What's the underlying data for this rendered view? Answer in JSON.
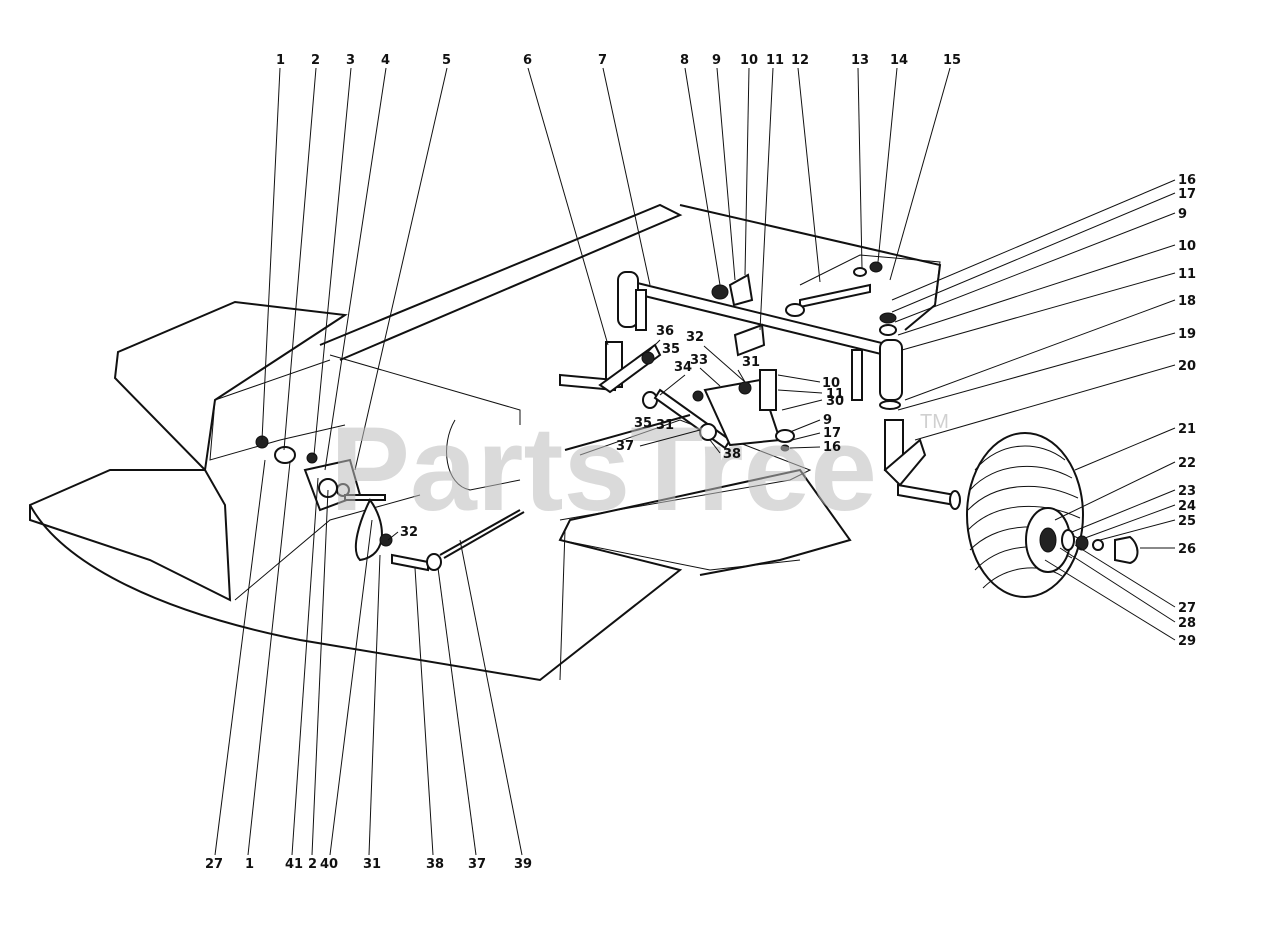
{
  "watermark": {
    "text": "PartsTree",
    "tm": "TM"
  },
  "callouts_top": [
    "1",
    "2",
    "3",
    "4",
    "5",
    "6",
    "7",
    "8",
    "9",
    "10",
    "11",
    "12",
    "13",
    "14",
    "15"
  ],
  "callouts_right": [
    "16",
    "17",
    "9",
    "10",
    "11",
    "18",
    "19",
    "20",
    "21",
    "22",
    "23",
    "24",
    "25",
    "26",
    "27",
    "28",
    "29"
  ],
  "callouts_bottom": [
    "27",
    "1",
    "41",
    "2",
    "40",
    "31",
    "38",
    "37",
    "39"
  ],
  "callouts_inner": [
    "36",
    "35",
    "32",
    "33",
    "34",
    "31",
    "10",
    "11",
    "30",
    "35",
    "31",
    "37",
    "38",
    "9",
    "17",
    "16",
    "32"
  ],
  "colors": {
    "ink": "#111111",
    "watermark": "#bdbdbd",
    "paper": "#ffffff"
  }
}
